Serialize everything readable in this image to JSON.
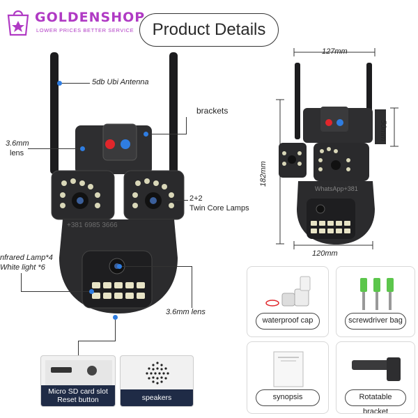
{
  "header": {
    "brand": "GOLDENSHOP",
    "tagline": "LOWER PRICES BETTER SERVICE",
    "title": "Product Details"
  },
  "callouts": {
    "antenna": "5db Ubi Antenna",
    "brackets": "brackets",
    "lens_top_1": "3.6mm",
    "lens_top_2": "lens",
    "lamps_1": "2+2",
    "lamps_2": "Twin Core Lamps",
    "infrared_1": "nfrared Lamp*4",
    "infrared_2": "White light *6",
    "lens_bottom": "3.6mm lens"
  },
  "features": [
    {
      "line1": "Micro SD card slot",
      "line2": "Reset button"
    },
    {
      "line1": "speakers",
      "line2": ""
    }
  ],
  "dimensions": {
    "width_top": "127mm",
    "height_bracket": "50mm",
    "height_total": "182mm",
    "width_bottom": "120mm"
  },
  "accessories": [
    {
      "label": "waterproof cap",
      "icon": "waterproof-cap-icon"
    },
    {
      "label": "screwdriver bag",
      "icon": "screw-anchors-icon"
    },
    {
      "label": "synopsis",
      "icon": "manual-booklet-icon"
    },
    {
      "label": "Rotatable bracket",
      "icon": "bracket-icon"
    }
  ],
  "watermark": {
    "line1": "WhatsApp+381",
    "line2": "+381 6985 3666"
  },
  "colors": {
    "brand": "#b03ac4",
    "camera_body": "#2b2b2d",
    "caption_bg": "#1f2b46",
    "accent_dot": "#2f7de1"
  }
}
